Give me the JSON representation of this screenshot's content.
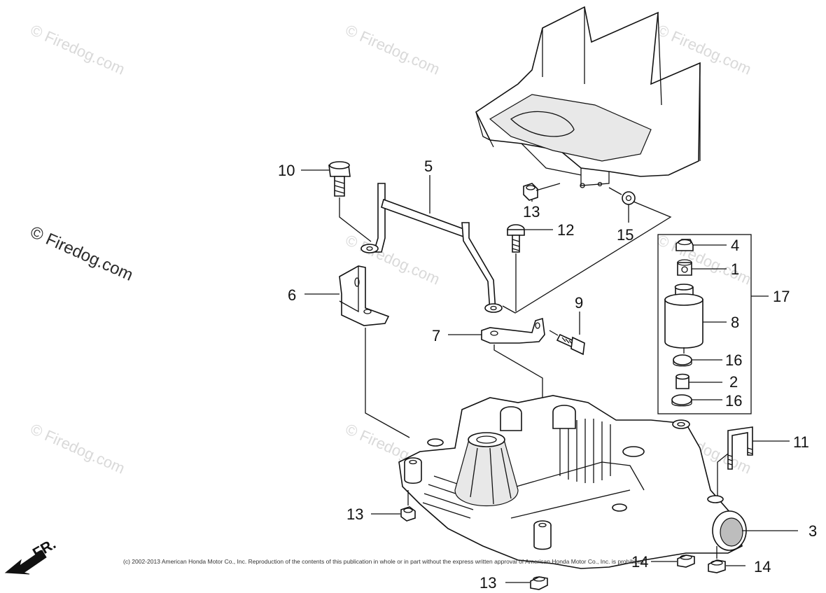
{
  "watermark": {
    "text_faded": "© Firedog.com",
    "text_dark": "© Firedog.com"
  },
  "copyright": "(c) 2002-2013 American Honda Motor Co., Inc. Reproduction of the contents of this publication in whole or in part without the express written approval of American Honda Motor Co., Inc. is prohibited.",
  "direction_label": "FR.",
  "callouts": {
    "c1": "1",
    "c2": "2",
    "c3": "3",
    "c4": "4",
    "c5": "5",
    "c6": "6",
    "c7": "7",
    "c8": "8",
    "c9": "9",
    "c10": "10",
    "c11": "11",
    "c12": "12",
    "c13a": "13",
    "c13b": "13",
    "c13c": "13",
    "c14a": "14",
    "c14b": "14",
    "c15": "15",
    "c16a": "16",
    "c16b": "16",
    "c17": "17"
  }
}
